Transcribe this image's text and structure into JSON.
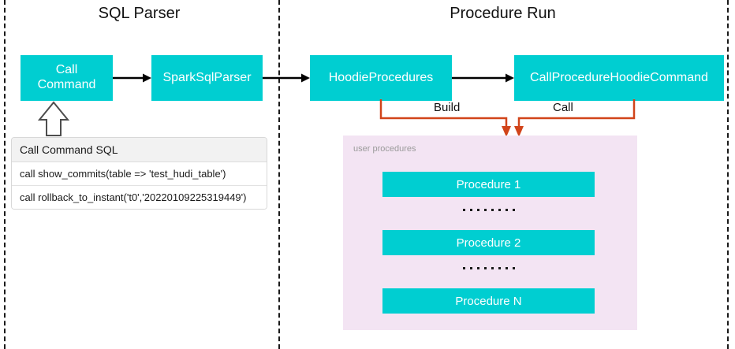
{
  "sections": {
    "left": {
      "title": "SQL Parser"
    },
    "right": {
      "title": "Procedure Run"
    }
  },
  "boxes": {
    "call_command": "Call\nCommand",
    "call_command_line1": "Call",
    "call_command_line2": "Command",
    "spark_sql_parser": "SparkSqlParser",
    "hoodie_procedures": "HoodieProcedures",
    "call_procedure_hoodie_command": "CallProcedureHoodieCommand"
  },
  "sql_card": {
    "header": "Call Command SQL",
    "rows": [
      "call show_commits(table => 'test_hudi_table')",
      "call rollback_to_instant('t0','20220109225319449')"
    ]
  },
  "connectors": {
    "build_label": "Build",
    "call_label": "Call"
  },
  "procedures_panel": {
    "label": "user procedures",
    "items": [
      {
        "label": "Procedure 1"
      },
      {
        "label": "Procedure 2"
      },
      {
        "label": "Procedure N"
      }
    ]
  },
  "colors": {
    "teal": "#00CED1",
    "orange": "#D1441A",
    "panel_bg": "#F3E4F3",
    "divider": "#1a1a1a",
    "sql_header_bg": "#f2f2f2"
  }
}
